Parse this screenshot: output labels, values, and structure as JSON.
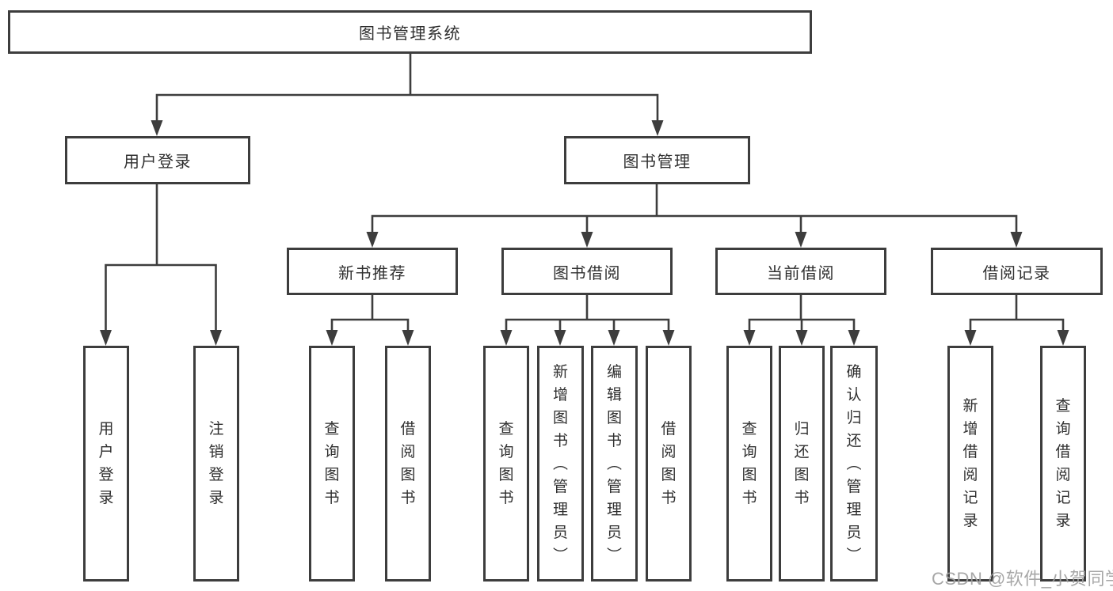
{
  "colors": {
    "line": "#3d3d3d",
    "text": "#2f2f2f",
    "watermark": "#a0a0a0",
    "background": "#ffffff"
  },
  "watermark": "CSDN @软件_小贺同学",
  "tree": {
    "root": {
      "label": "图书管理系统"
    },
    "branches": [
      {
        "label": "用户登录",
        "children": [
          {
            "label": "用户登录"
          },
          {
            "label": "注销登录"
          }
        ]
      },
      {
        "label": "图书管理",
        "children": [
          {
            "label": "新书推荐",
            "children": [
              {
                "label": "查询图书"
              },
              {
                "label": "借阅图书"
              }
            ]
          },
          {
            "label": "图书借阅",
            "children": [
              {
                "label": "查询图书"
              },
              {
                "label": "新增图书（管理员）"
              },
              {
                "label": "编辑图书（管理员）"
              },
              {
                "label": "借阅图书"
              }
            ]
          },
          {
            "label": "当前借阅",
            "children": [
              {
                "label": "查询图书"
              },
              {
                "label": "归还图书"
              },
              {
                "label": "确认归还（管理员）"
              }
            ]
          },
          {
            "label": "借阅记录",
            "children": [
              {
                "label": "新增借阅记录"
              },
              {
                "label": "查询借阅记录"
              }
            ]
          }
        ]
      }
    ]
  }
}
